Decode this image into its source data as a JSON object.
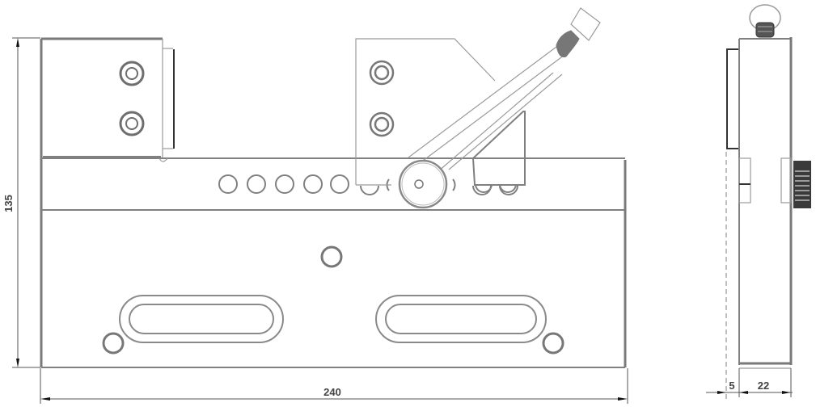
{
  "drawing": {
    "subject": "precision wire-cut vise, front and side views",
    "colors": {
      "line": "#808080",
      "dark_line": "#333333",
      "dimension_text": "#444444",
      "handle_grip": "#777777",
      "background": "#ffffff"
    },
    "front_view": {
      "dimensions": {
        "height_label": "135",
        "width_label": "240"
      },
      "fixed_jaw_screws": 2,
      "movable_jaw_screws": 2,
      "rail_holes": 10,
      "mounting_slots": 2,
      "corner_holes": 2,
      "center_hole": 1
    },
    "side_view": {
      "dimensions": {
        "offset_label": "5",
        "thickness_label": "22"
      }
    }
  }
}
